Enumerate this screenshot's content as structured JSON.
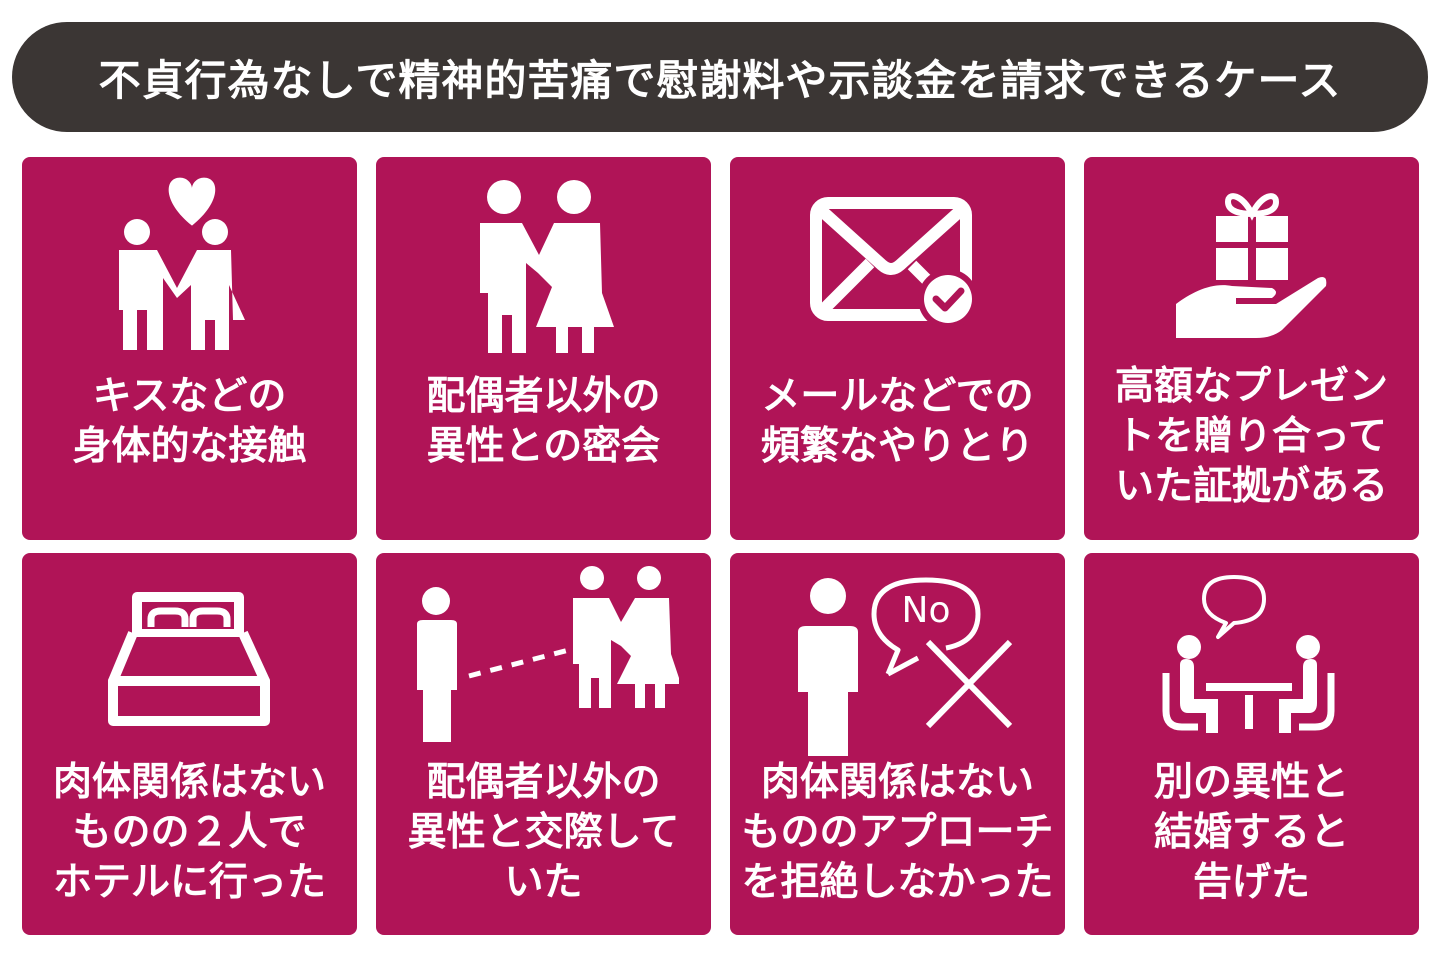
{
  "title": "不貞行為なしで精神的苦痛で慰謝料や示談金を請求できるケース",
  "colors": {
    "banner_bg": "#3b3634",
    "card_bg": "#b01457",
    "text": "#ffffff",
    "page_bg": "#ffffff"
  },
  "cards": [
    {
      "icon": "couple-heart-icon",
      "lines": [
        "キスなどの",
        "身体的な接触"
      ]
    },
    {
      "icon": "couple-holding-hands-icon",
      "lines": [
        "配偶者以外の",
        "異性との密会"
      ]
    },
    {
      "icon": "mail-check-icon",
      "lines": [
        "メールなどでの",
        "頻繁なやりとり"
      ]
    },
    {
      "icon": "gift-hand-icon",
      "lines": [
        "高額なプレゼン",
        "トを贈り合って",
        "いた証拠がある"
      ]
    },
    {
      "icon": "double-bed-icon",
      "lines": [
        "肉体関係はない",
        "ものの２人で",
        "ホテルに行った"
      ]
    },
    {
      "icon": "person-watching-couple-icon",
      "lines": [
        "配偶者以外の",
        "異性と交際して",
        "いた"
      ]
    },
    {
      "icon": "person-no-refusal-icon",
      "lines": [
        "肉体関係はない",
        "もののアプローチ",
        "を拒絶しなかった"
      ]
    },
    {
      "icon": "table-conversation-icon",
      "lines": [
        "別の異性と",
        "結婚すると",
        "告げた"
      ]
    }
  ],
  "icon_text": {
    "no_bubble": "No"
  }
}
